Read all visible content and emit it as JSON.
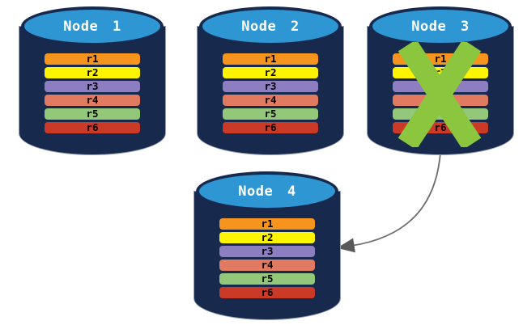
{
  "diagram": {
    "colors": {
      "background": "#FFFFFF",
      "cylinder_body": "#17294D",
      "cylinder_top": "#2E96D3",
      "cylinder_outline": "#97A1B3",
      "node_label_text": "#FFFFFF",
      "row_label_text": "#000000",
      "failure_x": "#8CC63F",
      "arrow_line": "#6E6E6E",
      "arrow_head": "#595959"
    },
    "nodes": [
      {
        "label": "Node 1",
        "failed": false,
        "rows": [
          {
            "label": "r1",
            "color": "#F7941D"
          },
          {
            "label": "r2",
            "color": "#FCF400"
          },
          {
            "label": "r3",
            "color": "#8C7EC0"
          },
          {
            "label": "r4",
            "color": "#E07B61"
          },
          {
            "label": "r5",
            "color": "#93C87A"
          },
          {
            "label": "r6",
            "color": "#CB3A27"
          }
        ]
      },
      {
        "label": "Node 2",
        "failed": false,
        "rows": [
          {
            "label": "r1",
            "color": "#F7941D"
          },
          {
            "label": "r2",
            "color": "#FCF400"
          },
          {
            "label": "r3",
            "color": "#8C7EC0"
          },
          {
            "label": "r4",
            "color": "#E07B61"
          },
          {
            "label": "r5",
            "color": "#93C87A"
          },
          {
            "label": "r6",
            "color": "#CB3A27"
          }
        ]
      },
      {
        "label": "Node 3",
        "failed": true,
        "rows": [
          {
            "label": "r1",
            "color": "#F7941D"
          },
          {
            "label": "r2",
            "color": "#FCF400"
          },
          {
            "label": "r3",
            "color": "#8C7EC0"
          },
          {
            "label": "r4",
            "color": "#E07B61"
          },
          {
            "label": "r5",
            "color": "#93C87A"
          },
          {
            "label": "r6",
            "color": "#CB3A27"
          }
        ]
      },
      {
        "label": "Node 4",
        "failed": false,
        "rows": [
          {
            "label": "r1",
            "color": "#F7941D"
          },
          {
            "label": "r2",
            "color": "#FCF400"
          },
          {
            "label": "r3",
            "color": "#8C7EC0"
          },
          {
            "label": "r4",
            "color": "#E07B61"
          },
          {
            "label": "r5",
            "color": "#93C87A"
          },
          {
            "label": "r6",
            "color": "#CB3A27"
          }
        ]
      }
    ],
    "arrow": {
      "from": "Node 3",
      "to": "Node 4"
    }
  }
}
